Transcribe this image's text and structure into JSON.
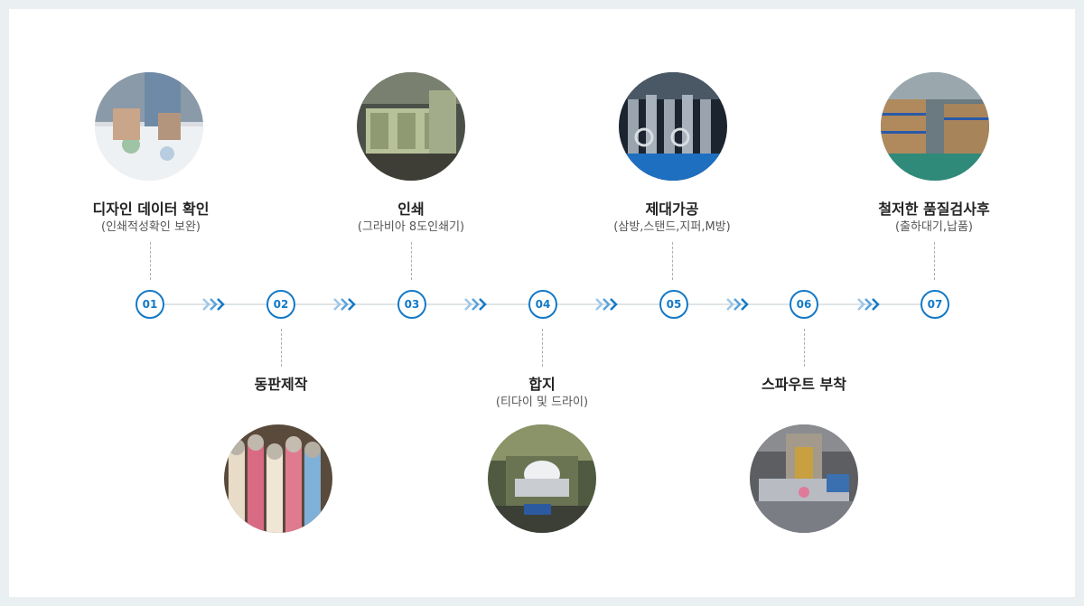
{
  "steps": [
    {
      "num": "01",
      "title": "디자인 데이터 확인",
      "subtitle": "(인쇄적성확인 보완)",
      "image": "design-meeting-photo"
    },
    {
      "num": "02",
      "title": "동판제작",
      "subtitle": "",
      "image": "printing-cylinders-photo"
    },
    {
      "num": "03",
      "title": "인쇄",
      "subtitle": "(그라비아 8도인쇄기)",
      "image": "printing-press-photo"
    },
    {
      "num": "04",
      "title": "합지",
      "subtitle": "(티다이 및 드라이)",
      "image": "laminating-machine-photo"
    },
    {
      "num": "05",
      "title": "제대가공",
      "subtitle": "(삼방,스탠드,지퍼,M방)",
      "image": "pouch-making-machine-photo"
    },
    {
      "num": "06",
      "title": "스파우트 부착",
      "subtitle": "",
      "image": "spout-machine-photo"
    },
    {
      "num": "07",
      "title": "철저한 품질검사후",
      "subtitle": "(출하대기,납품)",
      "image": "warehouse-photo"
    }
  ],
  "colors": {
    "accent": "#1479c6",
    "arrow_light": "#9cc7e8",
    "line": "#dfe3e6"
  }
}
